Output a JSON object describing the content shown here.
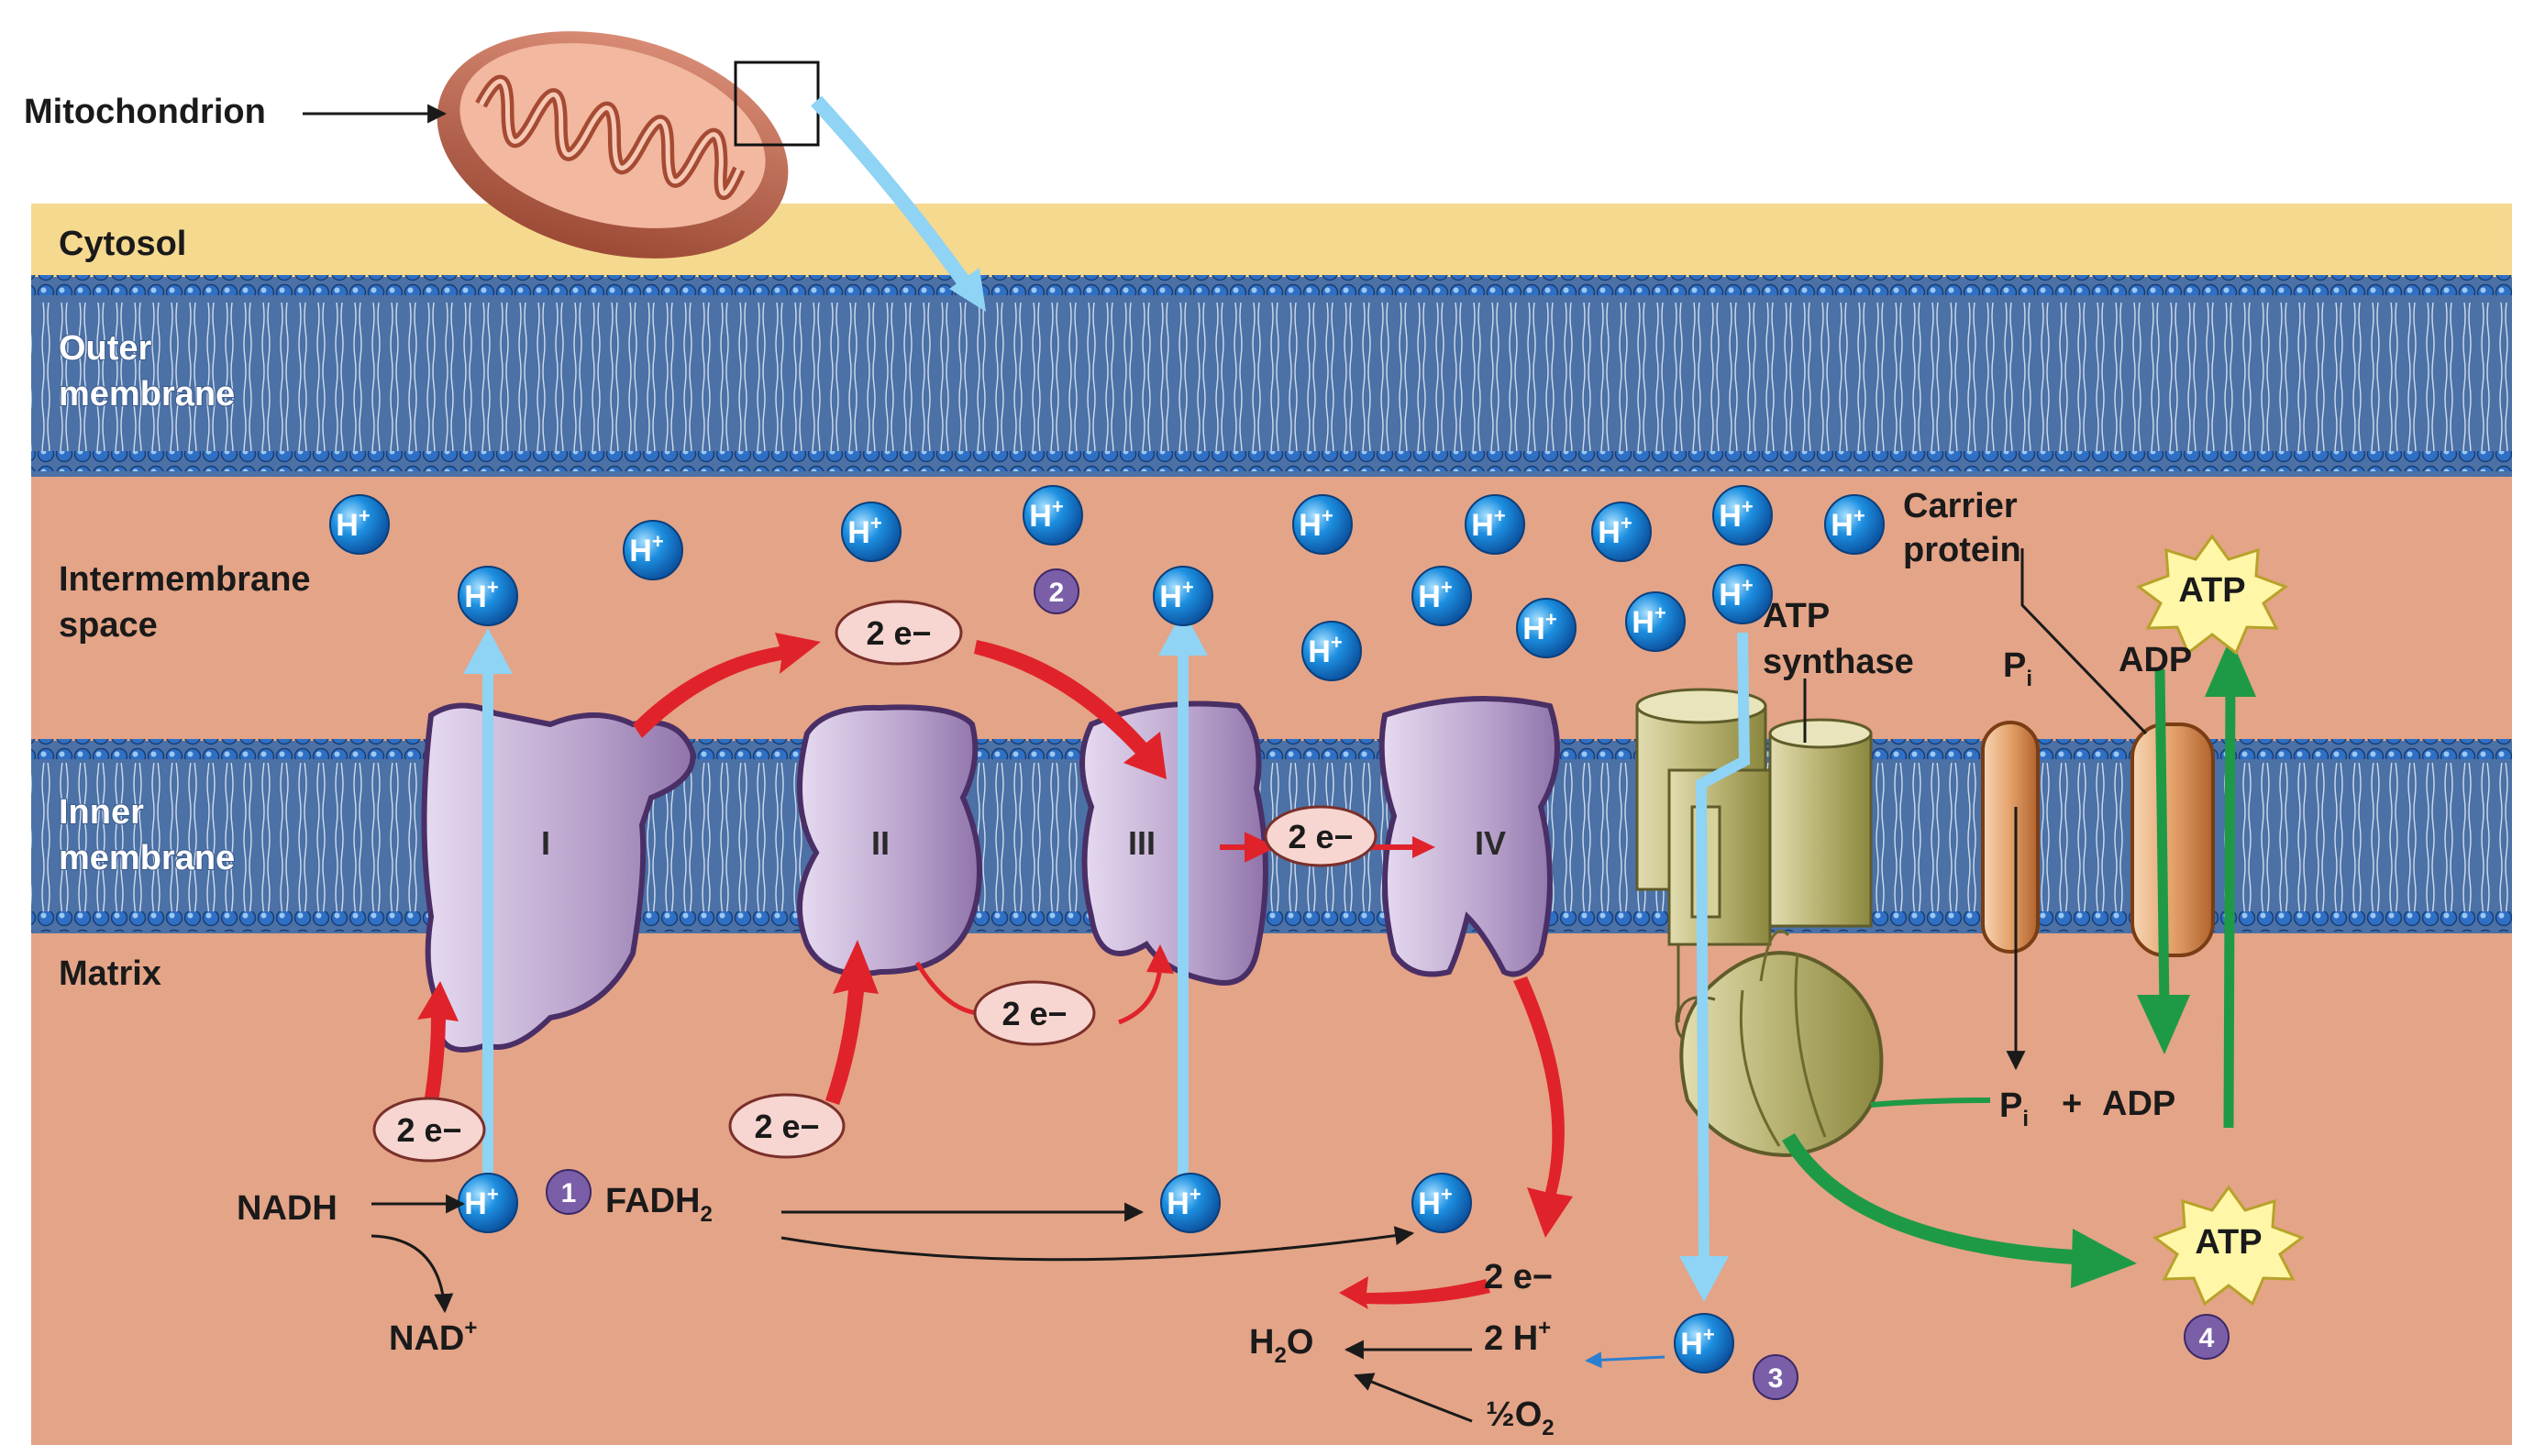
{
  "labels": {
    "mitochondrion": "Mitochondrion",
    "cytosol": "Cytosol",
    "outer_membrane_1": "Outer",
    "outer_membrane_2": "membrane",
    "intermembrane_1": "Intermembrane",
    "intermembrane_2": "space",
    "inner_membrane_1": "Inner",
    "inner_membrane_2": "membrane",
    "matrix": "Matrix",
    "atp_synthase_1": "ATP",
    "atp_synthase_2": "synthase",
    "carrier_1": "Carrier",
    "carrier_2": "protein"
  },
  "complexes": {
    "c1": "I",
    "c2": "II",
    "c3": "III",
    "c4": "IV"
  },
  "molecules": {
    "h": "H",
    "plus": "+",
    "electrons": "2 e−",
    "nadh": "NADH",
    "nad": "NAD",
    "fadh_base": "FADH",
    "fadh_sub": "2",
    "h2o_h": "H",
    "h2o_sub": "2",
    "h2o_o": "O",
    "two_h": "2 H",
    "half_o2": "½O",
    "o2_sub": "2",
    "pi": "P",
    "pi_sub": "i",
    "plus_sign": "+",
    "adp": "ADP",
    "atp": "ATP"
  },
  "steps": [
    "1",
    "2",
    "3",
    "4"
  ],
  "colors": {
    "cytosol": "#f5d88f",
    "membrane": "#4a6fa5",
    "membrane_head": "#3d7cc9",
    "intermembrane": "#e4a586",
    "protein": "#c9b6d6",
    "protein_edge": "#5b3f7a",
    "h_ion": "#1b8fd9",
    "electron_arrow": "#e0232b",
    "proton_arrow": "#8fd3f5",
    "atp_arrow": "#1e9a46",
    "atp_synthase": "#b8b46a",
    "carrier": "#d98a52",
    "step_badge": "#7b5ea8",
    "atp_burst": "#fff3a0"
  }
}
